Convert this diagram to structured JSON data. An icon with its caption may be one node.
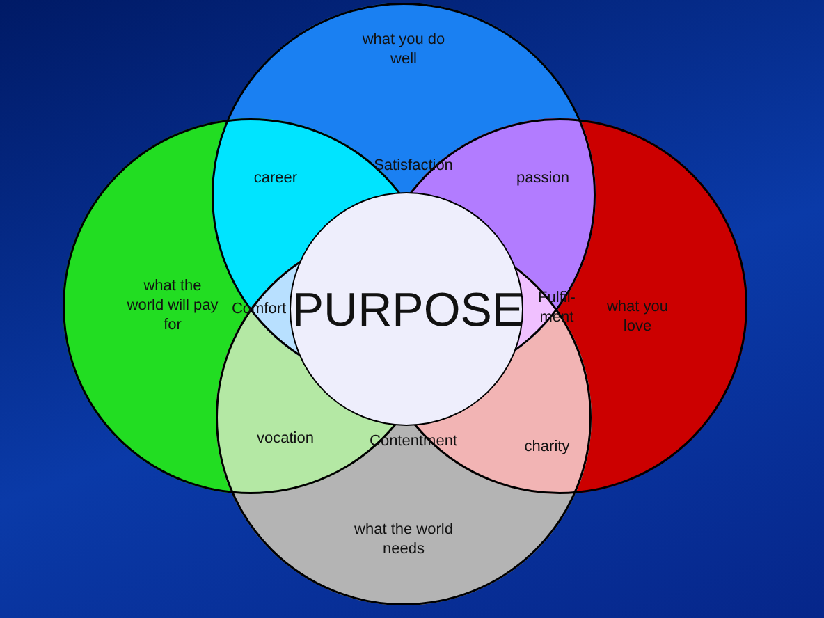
{
  "diagram": {
    "nodes": [
      {
        "text": [
          "what you do well"
        ]
      },
      {
        "text": [
          "what the world will pay for"
        ]
      },
      {
        "text": [
          "PURPOSE"
        ]
      },
      {
        "text": [
          "what you love"
        ]
      },
      {
        "text": [
          "what the world needs"
        ]
      }
    ],
    "labels": [
      "career",
      "Satisfaction",
      "passion",
      "Comfort",
      "Fulfil-ment",
      "vocation",
      "Contentment",
      "charity"
    ]
  }
}
